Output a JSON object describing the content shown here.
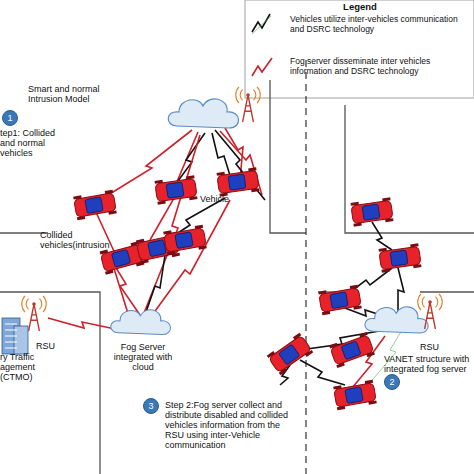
{
  "diagram": {
    "nodes": [
      {
        "text": [
          "1"
        ]
      },
      {
        "text": [
          "2"
        ]
      },
      {
        "text": [
          "3"
        ]
      }
    ],
    "labels": [
      "Legend",
      "Smart and normal Intrusion Model",
      "tep1: Collided and normal vehicles",
      "Vehicle",
      "Collided vehicles(intrusion",
      "RSU",
      "ry Traffic agement (CTMO)",
      "Fog Server integrated with cloud",
      "Step 2:Fog server collect and distribute disabled and collided vehicles information from the RSU using inter-Vehicle communication",
      "RSU",
      "VANET structure with integrated fog server"
    ],
    "legend": [
      {
        "text": "Vehicles utilize inter-vehicles communication and DSRC technology"
      },
      {
        "text": "Fog server disseminate inter vehicles information and DSRC technology"
      }
    ]
  }
}
